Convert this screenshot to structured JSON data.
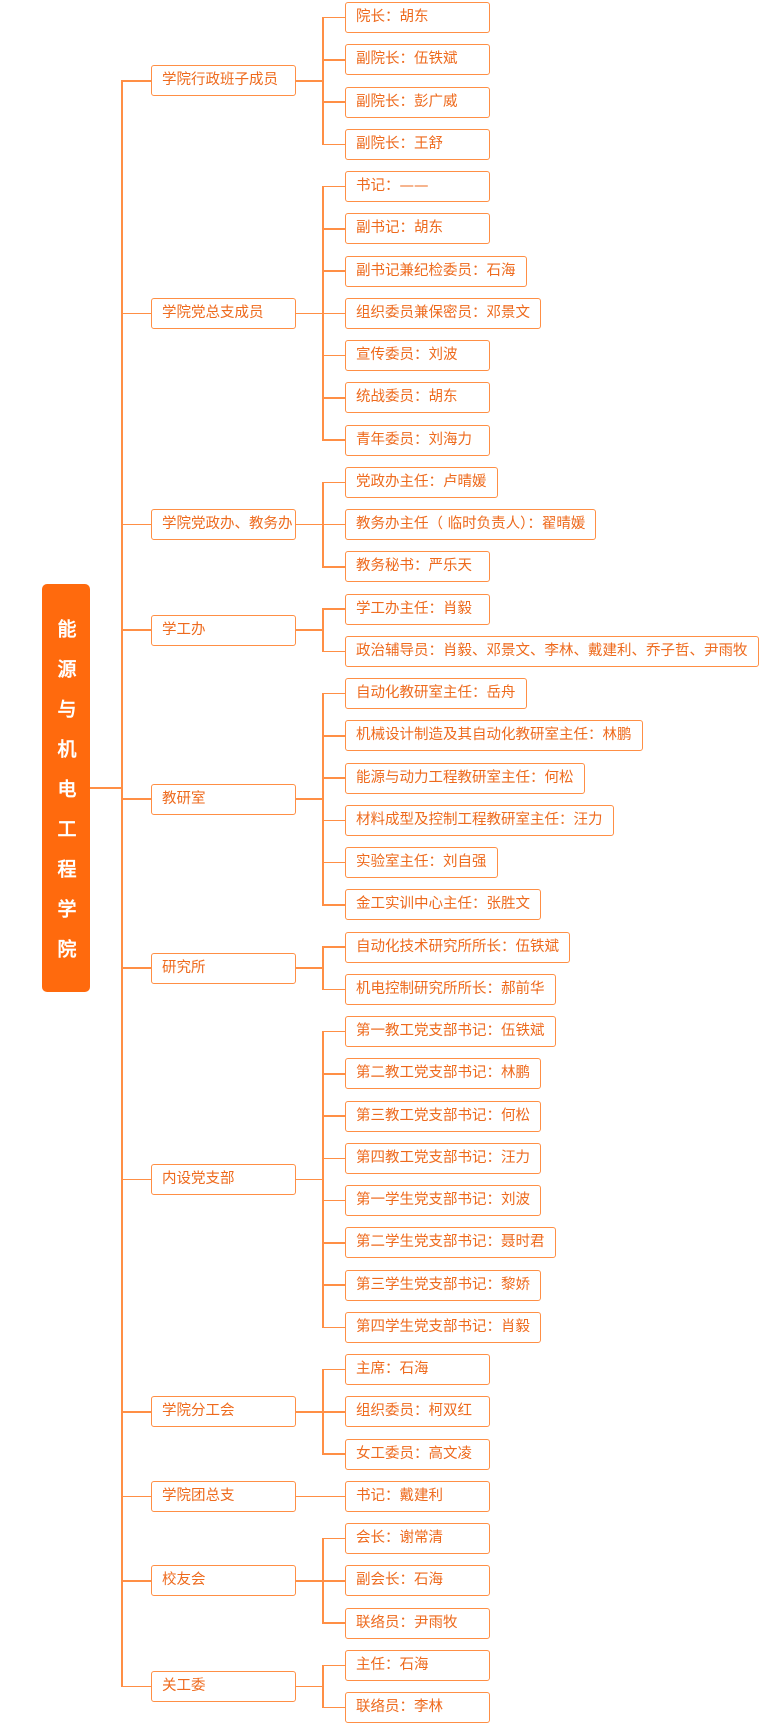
{
  "root": {
    "label": "能源与机电工程学院"
  },
  "colors": {
    "accent": "#ff6a0d",
    "border": "#ff8f45",
    "text": "#ee6a1d"
  },
  "groups": [
    {
      "label": "学院行政班子成员",
      "children": [
        "院长：胡东",
        "副院长：伍铁斌",
        "副院长：彭广威",
        "副院长：王舒"
      ]
    },
    {
      "label": "学院党总支成员",
      "children": [
        "书记：——",
        "副书记：胡东",
        "副书记兼纪检委员：石海",
        "组织委员兼保密员：邓景文",
        "宣传委员：刘波",
        "统战委员：胡东",
        "青年委员：刘海力"
      ]
    },
    {
      "label": "学院党政办、教务办",
      "children": [
        "党政办主任：卢晴媛",
        "教务办主任（  临时负责人）：翟晴媛",
        "教务秘书：严乐天"
      ]
    },
    {
      "label": "学工办",
      "children": [
        "学工办主任：肖毅",
        "政治辅导员：肖毅、邓景文、李林、戴建利、乔子哲、尹雨牧"
      ]
    },
    {
      "label": "教研室",
      "children": [
        "自动化教研室主任：岳舟",
        "机械设计制造及其自动化教研室主任：林鹏",
        "能源与动力工程教研室主任：何松",
        "材料成型及控制工程教研室主任：汪力",
        "实验室主任：刘自强",
        "金工实训中心主任：张胜文"
      ]
    },
    {
      "label": "研究所",
      "children": [
        "自动化技术研究所所长：伍铁斌",
        "机电控制研究所所长：郝前华"
      ]
    },
    {
      "label": "内设党支部",
      "children": [
        "第一教工党支部书记：伍铁斌",
        "第二教工党支部书记：林鹏",
        "第三教工党支部书记：何松",
        "第四教工党支部书记：汪力",
        "第一学生党支部书记：刘波",
        "第二学生党支部书记：聂时君",
        "第三学生党支部书记：黎娇",
        "第四学生党支部书记：肖毅"
      ]
    },
    {
      "label": "学院分工会",
      "children": [
        "主席：石海",
        "组织委员：柯双红",
        "女工委员：高文凌"
      ]
    },
    {
      "label": "学院团总支",
      "children": [
        "书记：戴建利"
      ]
    },
    {
      "label": "校友会",
      "children": [
        "会长：谢常清",
        "副会长：石海",
        "联络员：尹雨牧"
      ]
    },
    {
      "label": "关工委",
      "children": [
        "主任：石海",
        "联络员：李林"
      ]
    }
  ]
}
